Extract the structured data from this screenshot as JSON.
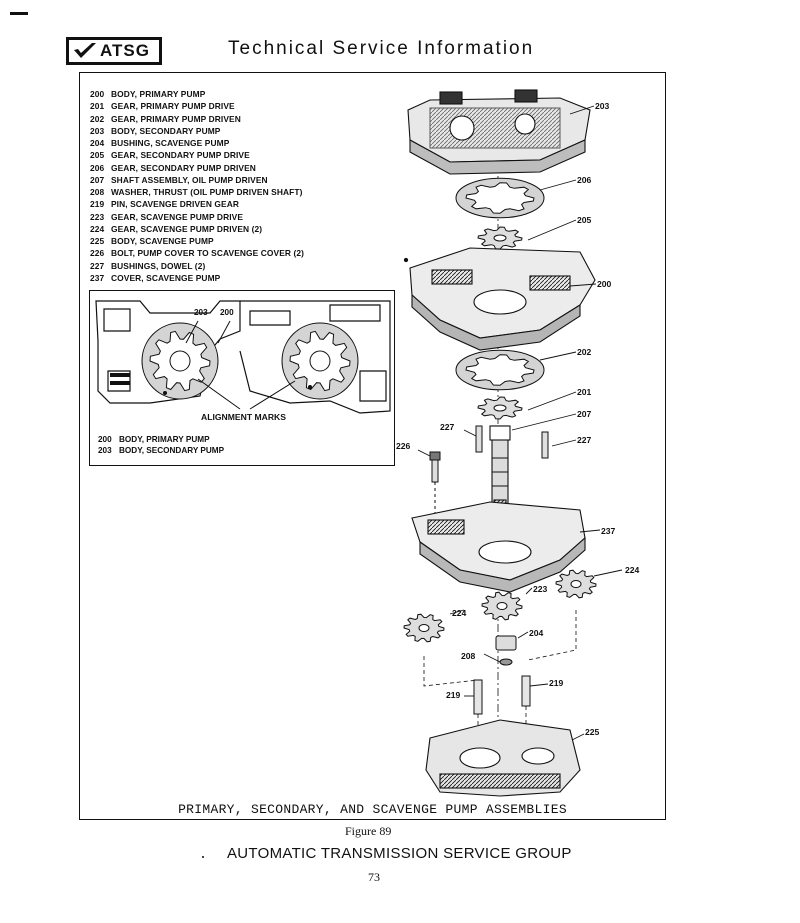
{
  "header": {
    "logo_text": "ATSG",
    "logo_icon": "checkmark-icon",
    "title": "Technical Service Information"
  },
  "parts_list": [
    {
      "num": "200",
      "label": "BODY, PRIMARY PUMP"
    },
    {
      "num": "201",
      "label": "GEAR, PRIMARY PUMP DRIVE"
    },
    {
      "num": "202",
      "label": "GEAR, PRIMARY PUMP DRIVEN"
    },
    {
      "num": "203",
      "label": "BODY, SECONDARY PUMP"
    },
    {
      "num": "204",
      "label": "BUSHING, SCAVENGE PUMP"
    },
    {
      "num": "205",
      "label": "GEAR, SECONDARY PUMP DRIVE"
    },
    {
      "num": "206",
      "label": "GEAR, SECONDARY PUMP DRIVEN"
    },
    {
      "num": "207",
      "label": "SHAFT ASSEMBLY, OIL PUMP DRIVEN"
    },
    {
      "num": "208",
      "label": "WASHER, THRUST (OIL PUMP DRIVEN SHAFT)"
    },
    {
      "num": "219",
      "label": "PIN, SCAVENGE DRIVEN GEAR"
    },
    {
      "num": "223",
      "label": "GEAR, SCAVENGE PUMP DRIVE"
    },
    {
      "num": "224",
      "label": "GEAR, SCAVENGE PUMP DRIVEN  (2)"
    },
    {
      "num": "225",
      "label": "BODY, SCAVENGE PUMP"
    },
    {
      "num": "226",
      "label": "BOLT, PUMP COVER TO SCAVENGE COVER  (2)"
    },
    {
      "num": "227",
      "label": "BUSHINGS, DOWEL  (2)"
    },
    {
      "num": "237",
      "label": "COVER, SCAVENGE PUMP"
    }
  ],
  "inset": {
    "callouts": [
      "203",
      "200"
    ],
    "alignment_label": "ALIGNMENT MARKS",
    "legend": [
      {
        "num": "200",
        "label": "BODY, PRIMARY PUMP"
      },
      {
        "num": "203",
        "label": "BODY, SECONDARY PUMP"
      }
    ]
  },
  "callouts": {
    "c203": "203",
    "c206": "206",
    "c205": "205",
    "c200": "200",
    "c202": "202",
    "c201": "201",
    "c207": "207",
    "c227a": "227",
    "c227b": "227",
    "c226": "226",
    "c237": "237",
    "c224a": "224",
    "c223": "223",
    "c224b": "224",
    "c204": "204",
    "c208": "208",
    "c219a": "219",
    "c219b": "219",
    "c225": "225"
  },
  "caption": "PRIMARY, SECONDARY, AND SCAVENGE PUMP ASSEMBLIES",
  "figure_number": "Figure 89",
  "footer": {
    "organization": "AUTOMATIC TRANSMISSION SERVICE GROUP",
    "page_number": "73"
  }
}
